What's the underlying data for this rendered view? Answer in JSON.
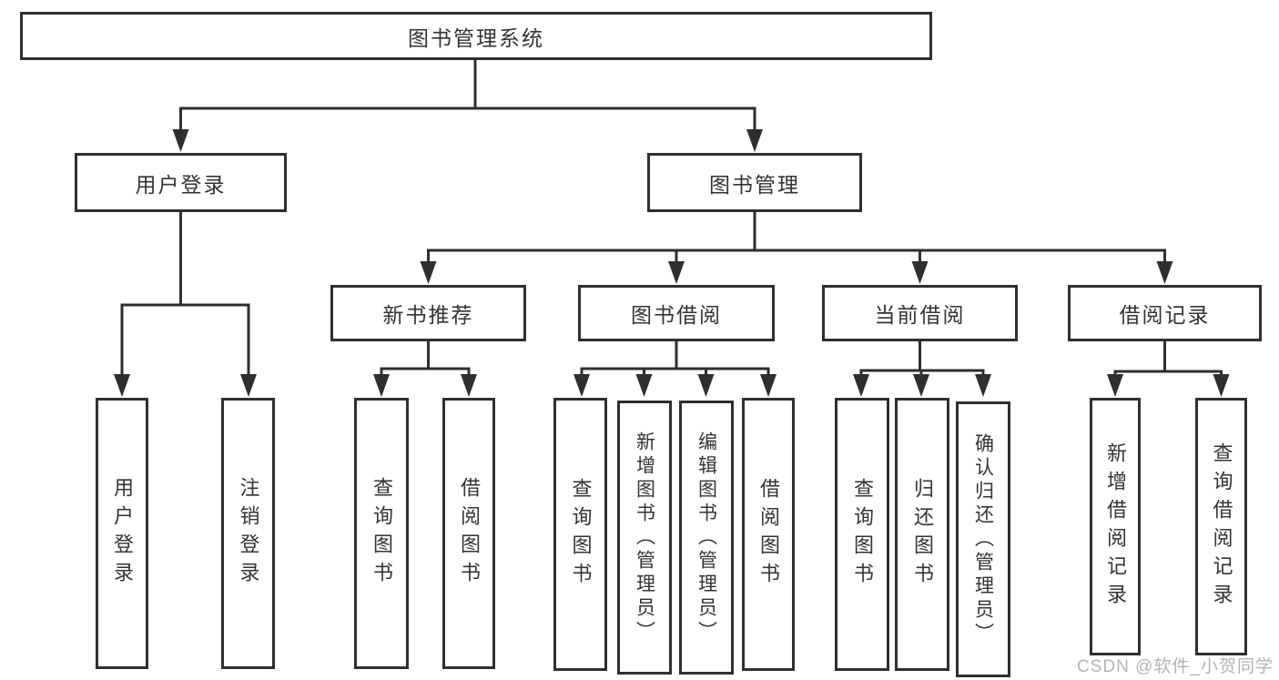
{
  "colors": {
    "line": "#2f2f2f",
    "text": "#333333",
    "box_background": "#ffffff",
    "watermark": "#b3b3b3"
  },
  "tree": {
    "label": "图书管理系统",
    "children": [
      {
        "label": "用户登录",
        "children": [
          {
            "label": "用户登录"
          },
          {
            "label": "注销登录"
          }
        ]
      },
      {
        "label": "图书管理",
        "children": [
          {
            "label": "新书推荐",
            "children": [
              {
                "label": "查询图书"
              },
              {
                "label": "借阅图书"
              }
            ]
          },
          {
            "label": "图书借阅",
            "children": [
              {
                "label": "查询图书"
              },
              {
                "label": "新增图书（管理员）"
              },
              {
                "label": "编辑图书（管理员）"
              },
              {
                "label": "借阅图书"
              }
            ]
          },
          {
            "label": "当前借阅",
            "children": [
              {
                "label": "查询图书"
              },
              {
                "label": "归还图书"
              },
              {
                "label": "确认归还（管理员）"
              }
            ]
          },
          {
            "label": "借阅记录",
            "children": [
              {
                "label": "新增借阅记录"
              },
              {
                "label": "查询借阅记录"
              }
            ]
          }
        ]
      }
    ]
  },
  "watermark": {
    "text": "CSDN @软件_小贺同学"
  }
}
